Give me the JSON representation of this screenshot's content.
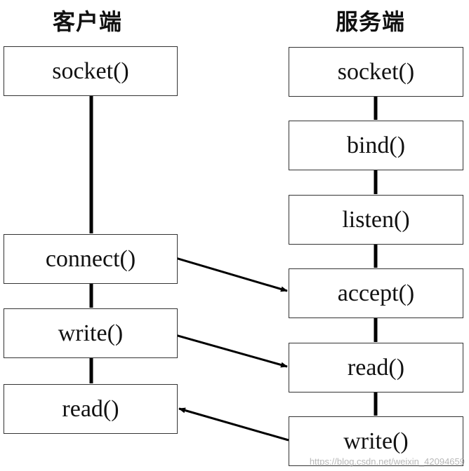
{
  "headings": {
    "client": "客户端",
    "server": "服务端"
  },
  "client_steps": [
    "socket()",
    "connect()",
    "write()",
    "read()"
  ],
  "server_steps": [
    "socket()",
    "bind()",
    "listen()",
    "accept()",
    "read()",
    "write()"
  ],
  "watermark": "https://blog.csdn.net/weixin_42094659",
  "colors": {
    "line": "#000000",
    "box_border": "#333333",
    "text": "#111111"
  }
}
